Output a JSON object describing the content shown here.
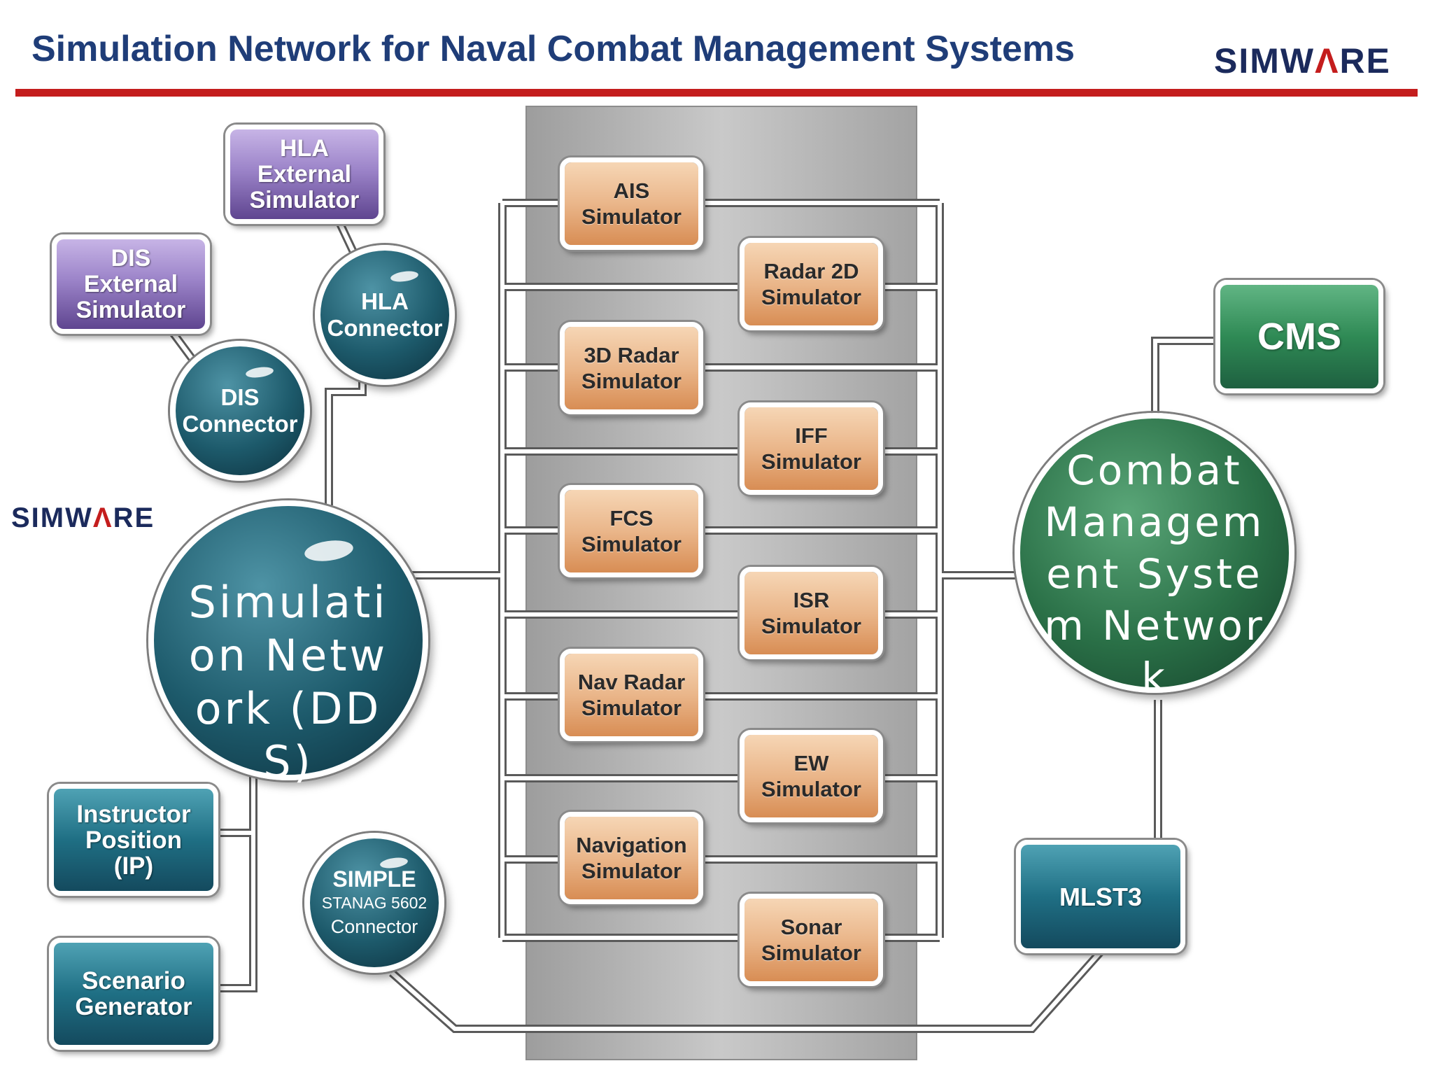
{
  "header": {
    "title": "Simulation Network for Naval Combat Management Systems",
    "logo": "SIMWARE"
  },
  "side_logo": "SIMWARE",
  "diagram": {
    "simulators": [
      "AIS\nSimulator",
      "Radar 2D\nSimulator",
      "3D Radar\nSimulator",
      "IFF\nSimulator",
      "FCS\nSimulator",
      "ISR\nSimulator",
      "Nav Radar\nSimulator",
      "EW\nSimulator",
      "Navigation\nSimulator",
      "Sonar\nSimulator"
    ],
    "hla_external": "HLA\nExternal\nSimulator",
    "dis_external": "DIS\nExternal\nSimulator",
    "hla_connector": "HLA\nConnector",
    "dis_connector": "DIS\nConnector",
    "simulation_network": "Simulation Network (DDS)",
    "instructor_position": "Instructor\nPosition\n(IP)",
    "scenario_generator": "Scenario\nGenerator",
    "simple_connector": {
      "line1": "SIMPLE",
      "line2": "STANAG 5602",
      "line3": "Connector"
    },
    "cms": "CMS",
    "cms_network": "Combat Management System Network",
    "mlst3": "MLST3"
  },
  "colors": {
    "title": "#1f3d78",
    "rule": "#c41d1d",
    "simulator_box": "#eab68a",
    "external_box": "#9c84c9",
    "teal_box": "#1f6f84",
    "green_box": "#2f8a55",
    "panel": "#b5b5b5"
  }
}
